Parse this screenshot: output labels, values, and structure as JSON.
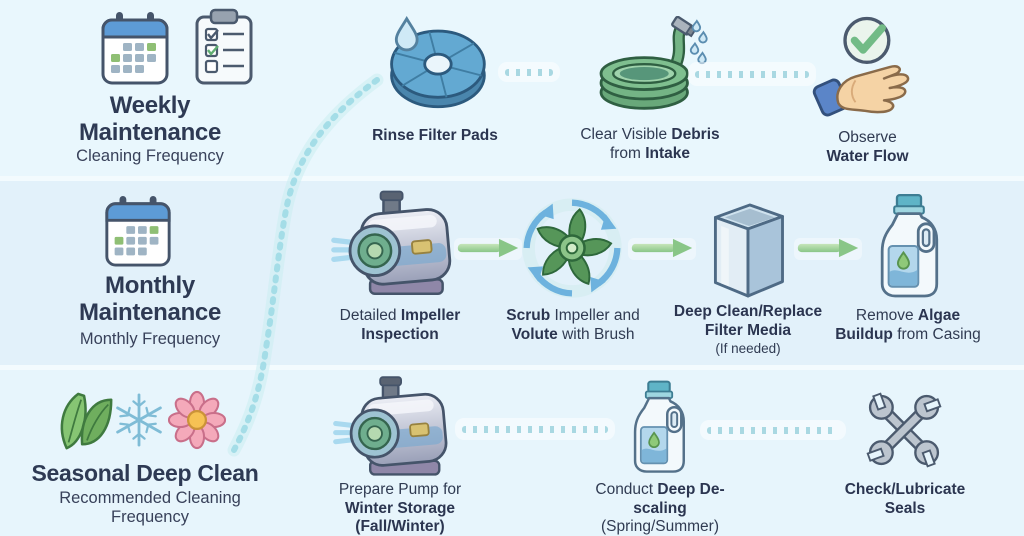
{
  "colors": {
    "background": "#e8f6fc",
    "title_text": "#2e3a54",
    "label_text": "#303b52",
    "green_arrow": "#8cc88a",
    "dotted_connector": "#a5d6e0"
  },
  "rows": [
    {
      "name": "weekly",
      "title": "Weekly Maintenance",
      "subtitle": "Cleaning Frequency",
      "icons": [
        "calendar-icon",
        "clipboard-icon"
      ],
      "connectors": [
        "dotted",
        "dotted"
      ],
      "items": [
        {
          "icon": "filter-pad-icon",
          "label": [
            [
              {
                "t": "Rinse Filter Pads",
                "b": true
              }
            ]
          ]
        },
        {
          "icon": "garden-hose-icon",
          "label": [
            [
              {
                "t": "Clear Visible ",
                "b": false
              },
              {
                "t": "Debris",
                "b": true
              }
            ],
            [
              {
                "t": "from ",
                "b": false
              },
              {
                "t": "Intake",
                "b": true
              }
            ]
          ]
        },
        {
          "icon": "hand-check-icon",
          "label": [
            [
              {
                "t": "Observe",
                "b": false
              }
            ],
            [
              {
                "t": "Water Flow",
                "b": true
              }
            ]
          ]
        }
      ]
    },
    {
      "name": "monthly",
      "title": "Monthly Maintenance",
      "subtitle": "Monthly Frequency",
      "icons": [
        "calendar-icon"
      ],
      "connectors": [
        "green-arrow",
        "green-arrow",
        "green-arrow"
      ],
      "items": [
        {
          "icon": "pump-icon",
          "label": [
            [
              {
                "t": "Detailed ",
                "b": false
              },
              {
                "t": "Impeller",
                "b": true
              }
            ],
            [
              {
                "t": "Inspection",
                "b": true
              }
            ]
          ]
        },
        {
          "icon": "impeller-icon",
          "label": [
            [
              {
                "t": "Scrub ",
                "b": true
              },
              {
                "t": "Impeller and",
                "b": false
              }
            ],
            [
              {
                "t": "Volute",
                "b": true
              },
              {
                "t": " with Brush",
                "b": false
              }
            ]
          ]
        },
        {
          "icon": "filter-media-cube-icon",
          "label": [
            [
              {
                "t": "Deep Clean/Replace",
                "b": true
              }
            ],
            [
              {
                "t": "Filter Media",
                "b": true
              }
            ],
            [
              {
                "t": "(If needed)",
                "b": false,
                "s": true
              }
            ]
          ]
        },
        {
          "icon": "cleaner-bottle-icon",
          "label": [
            [
              {
                "t": "Remove ",
                "b": false
              },
              {
                "t": "Algae",
                "b": true
              }
            ],
            [
              {
                "t": "Buildup",
                "b": true
              },
              {
                "t": " from Casing",
                "b": false
              }
            ]
          ]
        }
      ]
    },
    {
      "name": "seasonal",
      "title": "Seasonal Deep Clean",
      "subtitle": "Recommended Cleaning Frequency",
      "icons": [
        "leaf-icon",
        "snowflake-icon",
        "flower-icon"
      ],
      "connectors": [
        "dotted",
        "dotted"
      ],
      "items": [
        {
          "icon": "pump-icon",
          "label": [
            [
              {
                "t": "Prepare Pump for",
                "b": false
              }
            ],
            [
              {
                "t": "Winter Storage",
                "b": true
              }
            ],
            [
              {
                "t": "(Fall/Winter)",
                "b": true
              }
            ]
          ]
        },
        {
          "icon": "cleaner-bottle-icon",
          "label": [
            [
              {
                "t": "Conduct ",
                "b": false
              },
              {
                "t": "Deep De-scaling",
                "b": true
              }
            ],
            [
              {
                "t": "(Spring/Summer)",
                "b": false
              }
            ]
          ]
        },
        {
          "icon": "crossed-wrenches-icon",
          "label": [
            [
              {
                "t": "Check/Lubricate",
                "b": true
              }
            ],
            [
              {
                "t": "Seals",
                "b": true
              }
            ]
          ]
        }
      ]
    }
  ]
}
